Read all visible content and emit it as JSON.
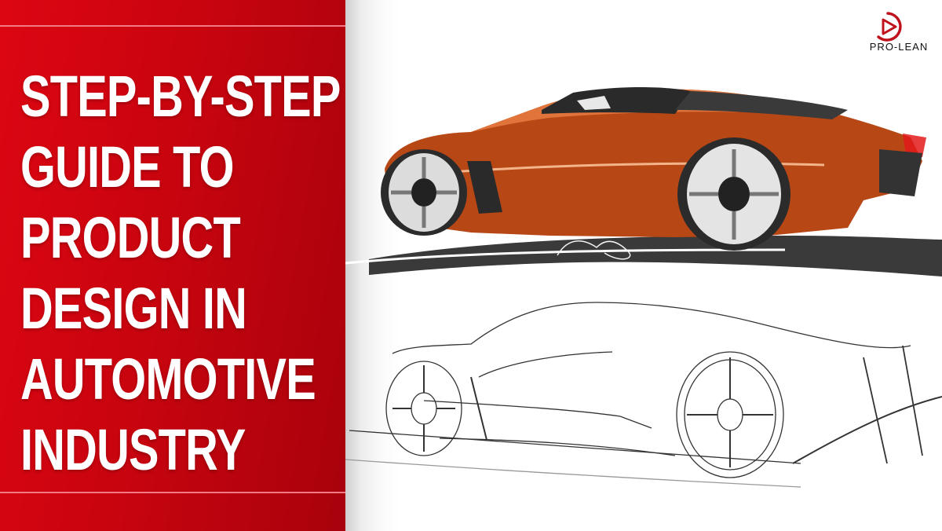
{
  "banner": {
    "title_lines": [
      "STEP-BY-STEP",
      "GUIDE TO",
      "PRODUCT",
      "DESIGN IN",
      "AUTOMOTIVE",
      "INDUSTRY"
    ],
    "colors": {
      "panel_red": "#d0040f",
      "rule_pink": "#f27a85",
      "text": "#ffffff",
      "car_orange": "#b9481a"
    }
  },
  "logo": {
    "text": "PRO-LEAN",
    "icon": "play-circle-icon",
    "color": "#c0121c"
  },
  "illustrations": [
    {
      "name": "colored-car-sketch",
      "description": "Orange sports car rendering with signature"
    },
    {
      "name": "line-car-sketch",
      "description": "Pencil line drawing of sports car"
    }
  ]
}
